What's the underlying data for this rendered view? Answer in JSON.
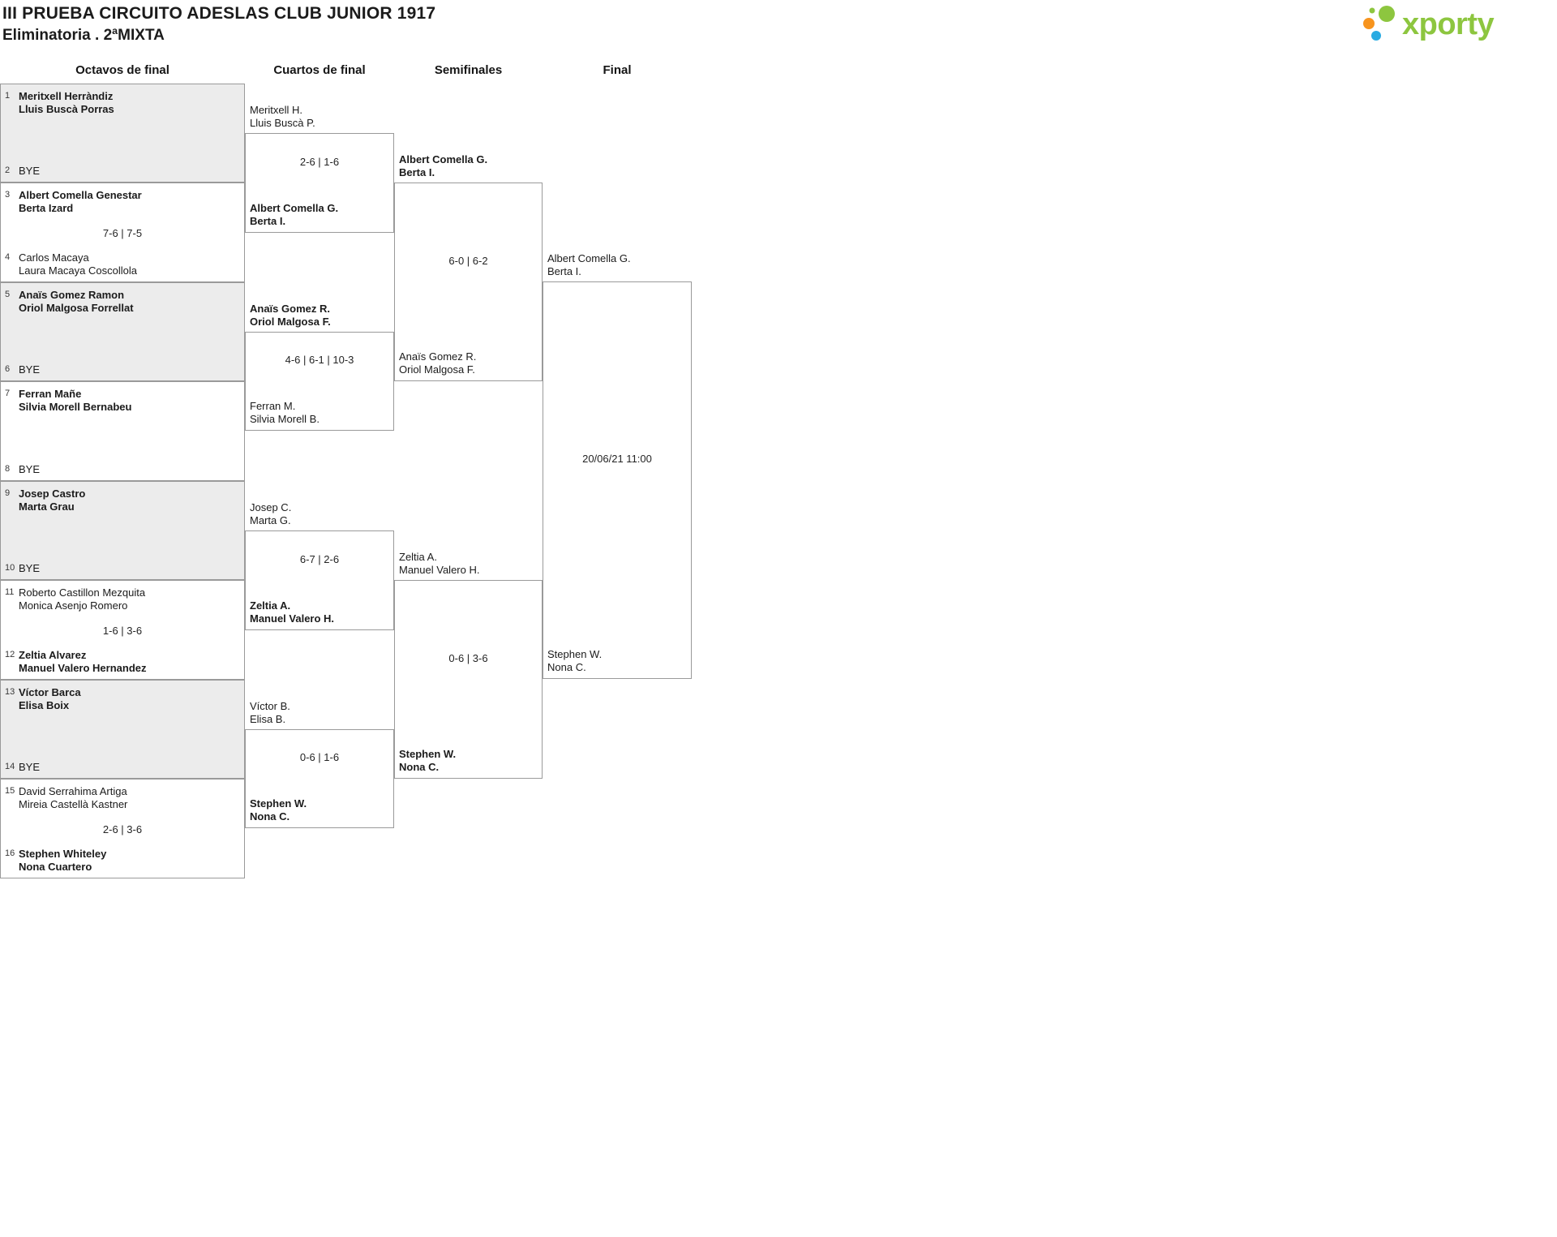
{
  "header": {
    "title": "III PRUEBA CIRCUITO ADESLAS CLUB JUNIOR 1917",
    "subtitle": "Eliminatoria . 2ªMIXTA",
    "logo_text": "xporty"
  },
  "rounds": {
    "headers": [
      "Octavos de final",
      "Cuartos de final",
      "Semifinales",
      "Final"
    ]
  },
  "colors": {
    "brand_green": "#8dc63f",
    "brand_orange": "#f7941e",
    "brand_blue": "#29abe2",
    "box_shade": "#ececec",
    "border": "#9a9a9a"
  },
  "r16": [
    {
      "top": {
        "seed": "1",
        "lines": [
          "Meritxell Herràndiz",
          "Lluis Buscà Porras"
        ]
      },
      "score": "",
      "bottom": {
        "seed": "2",
        "lines": [
          "BYE"
        ]
      }
    },
    {
      "top": {
        "seed": "3",
        "lines": [
          "Albert Comella Genestar",
          "Berta Izard"
        ]
      },
      "score": "7-6 | 7-5",
      "bottom": {
        "seed": "4",
        "lines": [
          "Carlos Macaya",
          "Laura Macaya Coscollola"
        ]
      }
    },
    {
      "top": {
        "seed": "5",
        "lines": [
          "Anaïs Gomez Ramon",
          "Oriol Malgosa Forrellat"
        ]
      },
      "score": "",
      "bottom": {
        "seed": "6",
        "lines": [
          "BYE"
        ]
      }
    },
    {
      "top": {
        "seed": "7",
        "lines": [
          "Ferran Mañe",
          "Silvia Morell Bernabeu"
        ]
      },
      "score": "",
      "bottom": {
        "seed": "8",
        "lines": [
          "BYE"
        ]
      }
    },
    {
      "top": {
        "seed": "9",
        "lines": [
          "Josep Castro",
          "Marta Grau"
        ]
      },
      "score": "",
      "bottom": {
        "seed": "10",
        "lines": [
          "BYE"
        ]
      }
    },
    {
      "top": {
        "seed": "11",
        "lines": [
          "Roberto Castillon Mezquita",
          "Monica Asenjo Romero"
        ]
      },
      "score": "1-6 | 3-6",
      "bottom": {
        "seed": "12",
        "lines": [
          "Zeltia Alvarez",
          "Manuel Valero Hernandez"
        ]
      }
    },
    {
      "top": {
        "seed": "13",
        "lines": [
          "Víctor Barca",
          "Elisa Boix"
        ]
      },
      "score": "",
      "bottom": {
        "seed": "14",
        "lines": [
          "BYE"
        ]
      }
    },
    {
      "top": {
        "seed": "15",
        "lines": [
          "David Serrahima Artiga",
          "Mireia Castellà Kastner"
        ]
      },
      "score": "2-6 | 3-6",
      "bottom": {
        "seed": "16",
        "lines": [
          "Stephen Whiteley",
          "Nona Cuartero"
        ]
      }
    }
  ],
  "qf": [
    {
      "top": {
        "lines": [
          "Meritxell H.",
          "Lluis Buscà P."
        ]
      },
      "score": "2-6 | 1-6",
      "bottom": {
        "lines": [
          "Albert Comella G.",
          "Berta I."
        ]
      }
    },
    {
      "top": {
        "lines": [
          "Anaïs Gomez R.",
          "Oriol Malgosa F."
        ]
      },
      "score": "4-6 | 6-1 | 10-3",
      "bottom": {
        "lines": [
          "Ferran M.",
          "Silvia Morell B."
        ]
      }
    },
    {
      "top": {
        "lines": [
          "Josep C.",
          "Marta G."
        ]
      },
      "score": "6-7 | 2-6",
      "bottom": {
        "lines": [
          "Zeltia A.",
          "Manuel Valero H."
        ]
      }
    },
    {
      "top": {
        "lines": [
          "Víctor B.",
          "Elisa B."
        ]
      },
      "score": "0-6 | 1-6",
      "bottom": {
        "lines": [
          "Stephen W.",
          "Nona C."
        ]
      }
    }
  ],
  "sf": [
    {
      "top": {
        "lines": [
          "Albert Comella G.",
          "Berta I."
        ]
      },
      "score": "6-0 | 6-2",
      "bottom": {
        "lines": [
          "Anaïs Gomez R.",
          "Oriol Malgosa F."
        ]
      }
    },
    {
      "top": {
        "lines": [
          "Zeltia A.",
          "Manuel Valero H."
        ]
      },
      "score": "0-6 | 3-6",
      "bottom": {
        "lines": [
          "Stephen W.",
          "Nona C."
        ]
      }
    }
  ],
  "final": {
    "top": {
      "lines": [
        "Albert Comella G.",
        "Berta I."
      ]
    },
    "schedule": "20/06/21 11:00",
    "bottom": {
      "lines": [
        "Stephen W.",
        "Nona C."
      ]
    }
  }
}
